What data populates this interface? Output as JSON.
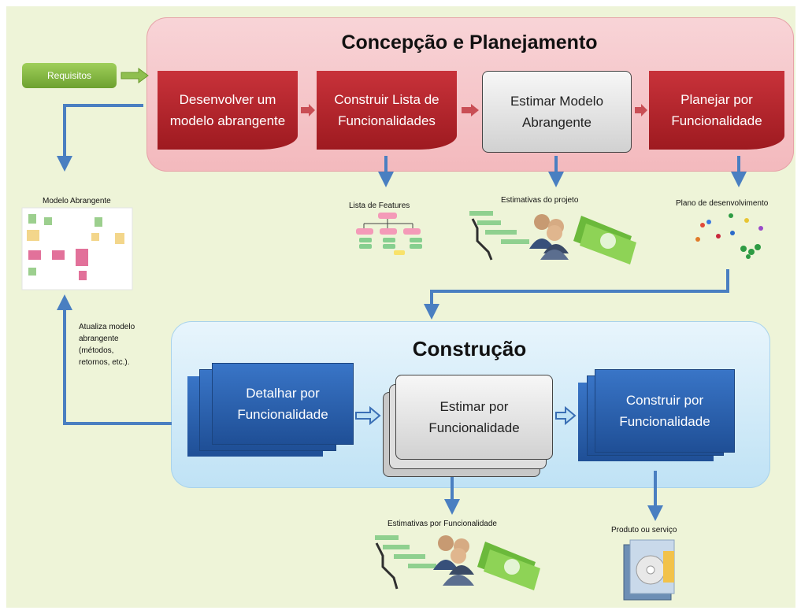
{
  "diagram": {
    "phase1_title": "Concepção e Planejamento",
    "phase2_title": "Construção",
    "requisitos": "Requisitos",
    "phase1_steps": [
      "Desenvolver um modelo abrangente",
      "Construir Lista de Funcionalidades",
      "Estimar Modelo Abrangente",
      "Planejar por Funcionalidade"
    ],
    "phase2_steps": [
      "Detalhar por Funcionalidade",
      "Estimar por Funcionalidade",
      "Construir por Funcionalidade"
    ],
    "outputs": {
      "modelo_abrangente": "Modelo Abrangente",
      "lista_features": "Lista de Features",
      "estimativas_projeto": "Estimativas do projeto",
      "plano_desenvolvimento": "Plano de desenvolvimento",
      "estimativas_funcionalidade": "Estimativas por Funcionalidade",
      "produto_servico": "Produto ou serviço"
    },
    "feedback_note": "Atualiza modelo abrangente (métodos, retornos, etc.).",
    "colors": {
      "phase1_step": "#b5252c",
      "phase2_step": "#2a61ad",
      "estimate_step": "#e4e4e4",
      "arrow_blue": "#4a7fc1",
      "arrow_red": "#c94e55",
      "requisitos": "#86b844"
    }
  }
}
